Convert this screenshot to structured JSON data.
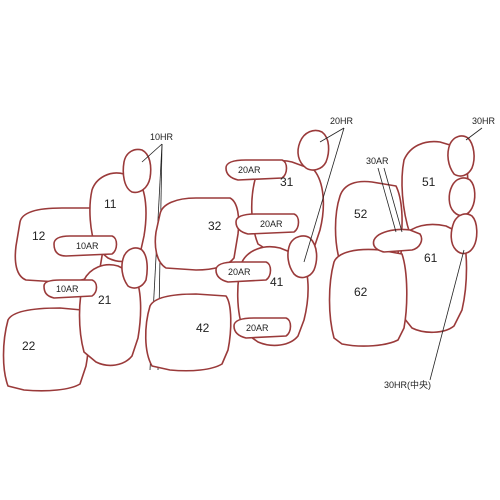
{
  "diagram": {
    "part_numbers": {
      "p11": "11",
      "p12": "12",
      "p21": "21",
      "p22": "22",
      "p31": "31",
      "p32": "32",
      "p41": "41",
      "p42": "42",
      "p51": "51",
      "p52": "52",
      "p61": "61",
      "p62": "62"
    },
    "callouts": {
      "hr10_top": "10HR",
      "ar10_row1": "10AR",
      "ar10_row2": "10AR",
      "hr20_top": "20HR",
      "ar20_a": "20AR",
      "ar20_b": "20AR",
      "ar20_c": "20AR",
      "ar20_d": "20AR",
      "hr30_top": "30HR",
      "ar30": "30AR",
      "hr30_center": "30HR(中央)"
    },
    "colors": {
      "outline": "#9a3a3a",
      "leader": "#222222"
    }
  }
}
